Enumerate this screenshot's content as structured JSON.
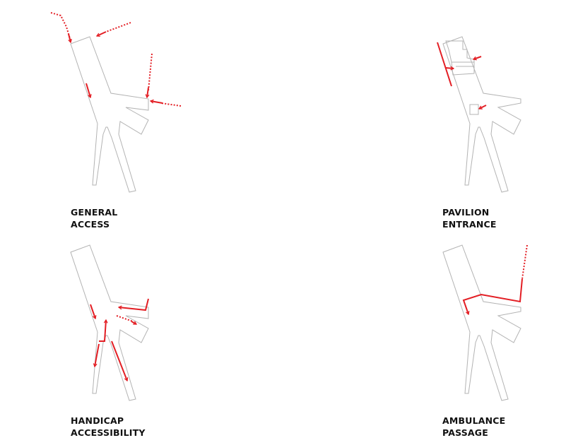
{
  "colors": {
    "route": "#e31e24",
    "outline": "#b3b3b3",
    "text": "#111111"
  },
  "panels": [
    {
      "id": "general-access",
      "caption": [
        "GENERAL",
        "ACCESS"
      ]
    },
    {
      "id": "pavilion-entrance",
      "caption": [
        "PAVILION",
        "ENTRANCE"
      ]
    },
    {
      "id": "handicap-accessibility",
      "caption": [
        "HANDICAP",
        "ACCESSIBILITY"
      ]
    },
    {
      "id": "ambulance-passage",
      "caption": [
        "AMBULANCE",
        "PASSAGE"
      ]
    }
  ]
}
